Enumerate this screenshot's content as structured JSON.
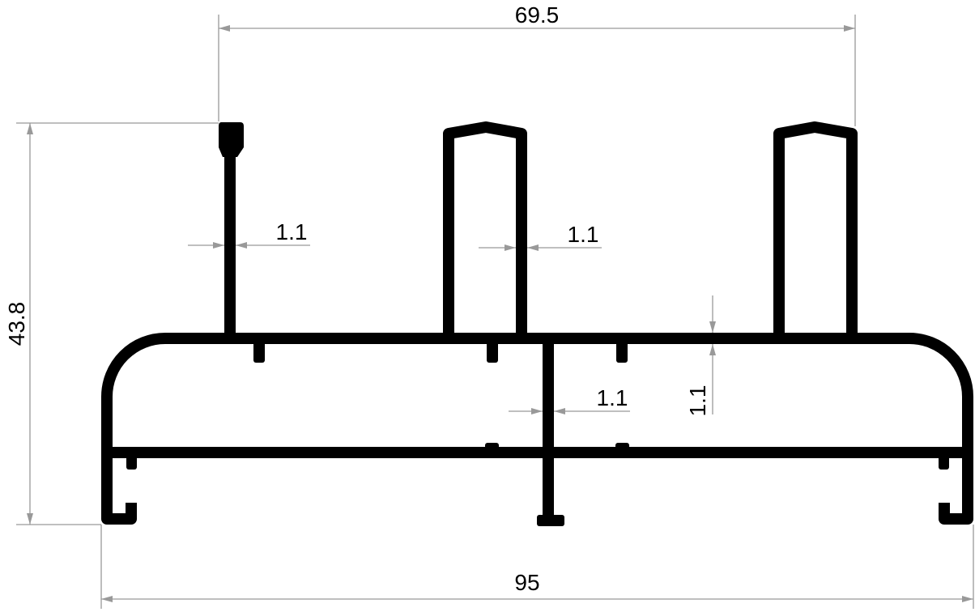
{
  "drawing": {
    "dimensions": {
      "top_width": "69.5",
      "height": "43.8",
      "overall_width": "95",
      "wall_stem": "1.1",
      "wall_fin": "1.1",
      "wall_center_web": "1.1",
      "wall_top": "1.1"
    },
    "colors": {
      "profile": "#000000",
      "dimension_lines": "#999999"
    }
  }
}
